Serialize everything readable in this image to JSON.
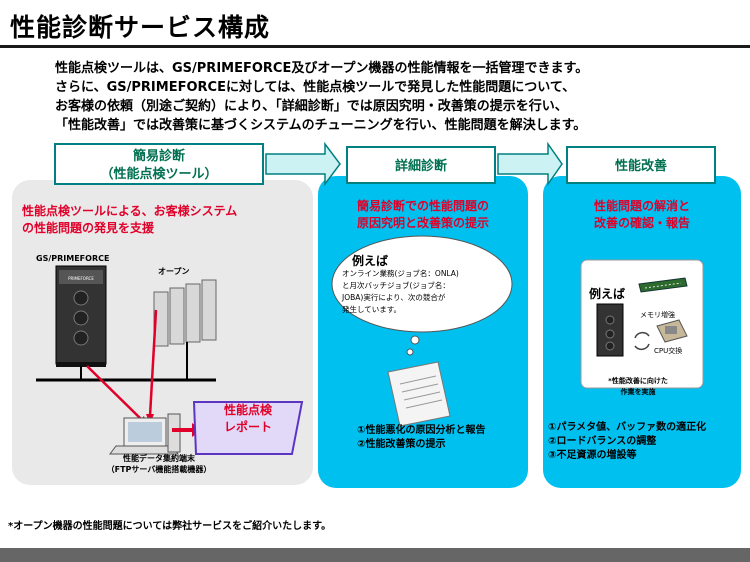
{
  "title": "性能診断サービス構成",
  "intro": [
    "性能点検ツールは、GS/PRIMEFORCE及びオープン機器の性能情報を一括管理できます。",
    "さらに、GS/PRIMEFORCEに対しては、性能点検ツールで発見した性能問題について、",
    "お客様の依頼（別途ご契約）により、「詳細診断」では原因究明・改善策の提示を行い、",
    "「性能改善」では改善策に基づくシステムのチューニングを行い、性能問題を解決します。"
  ],
  "stages": {
    "simple": {
      "label": "簡易診断",
      "sub": "（性能点検ツール）"
    },
    "detail": {
      "label": "詳細診断"
    },
    "improve": {
      "label": "性能改善"
    }
  },
  "simple_panel": {
    "heading_1": "性能点検ツールによる、お客様システム",
    "heading_2": "の性能問題の発見を支援",
    "server_label": "GS/PRIMEFORCE",
    "open_label": "オープン",
    "terminal_label_1": "性能データ集約端末",
    "terminal_label_2": "（FTPサーバ機能搭載機器）",
    "report_1": "性能点検",
    "report_2": "レポート",
    "server_plate": "PRIMEFORCE"
  },
  "detail_panel": {
    "heading_1": "簡易診断での性能問題の",
    "heading_2": "原因究明と改善策の提示",
    "example": "例えば",
    "cloud_lines": [
      "オンライン業務(ジョブ名：ONLA)",
      "と月次バッチジョブ(ジョブ名：",
      "JOBA)実行により、次の競合が",
      "発生しています。"
    ],
    "items": [
      "①性能悪化の原因分析と報告",
      "②性能改善策の提示"
    ]
  },
  "improve_panel": {
    "heading_1": "性能問題の解消と",
    "heading_2": "改善の確認・報告",
    "example": "例えば",
    "memory_label": "メモリ増強",
    "cpu_label": "CPU交換",
    "note_1": "*性能改善に向けた",
    "note_2": "作業を実施",
    "items": [
      "①パラメタ値、バッファ数の適正化",
      "②ロードバランスの調整",
      "③不足資源の増設等"
    ]
  },
  "footnote": "*オープン機器の性能問題については弊社サービスをご紹介いたします。",
  "colors": {
    "accent_red": "#e0002a",
    "panel_cyan": "#00c0ef",
    "stage_green": "#007050",
    "arrow_fill": "#cdf2f4"
  }
}
